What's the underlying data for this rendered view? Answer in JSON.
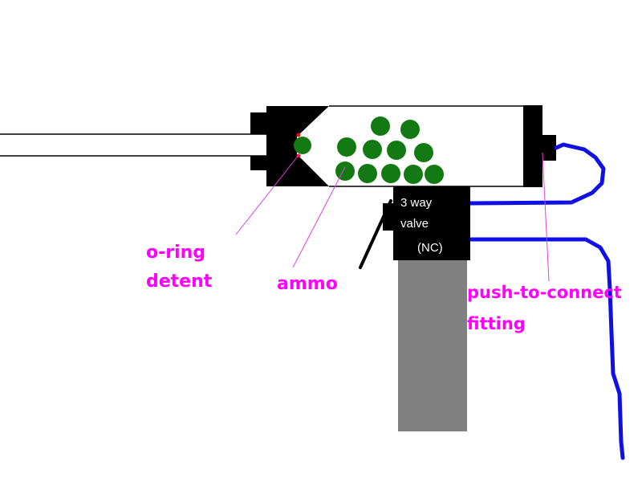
{
  "colors": {
    "body": "#000000",
    "ammo": "#137a13",
    "hose": "#1010e6",
    "label": "#ff00ff",
    "leader": "#e040e0",
    "detent": "#ff0000",
    "grip": "#808080"
  },
  "labels": {
    "oring_line1": "o-ring",
    "oring_line2": "detent",
    "ammo": "ammo",
    "fitting_line1": "push-to-connect",
    "fitting_line2": "fitting"
  },
  "valve": {
    "line1": "3 way",
    "line2": "valve",
    "line3": "(NC)"
  }
}
